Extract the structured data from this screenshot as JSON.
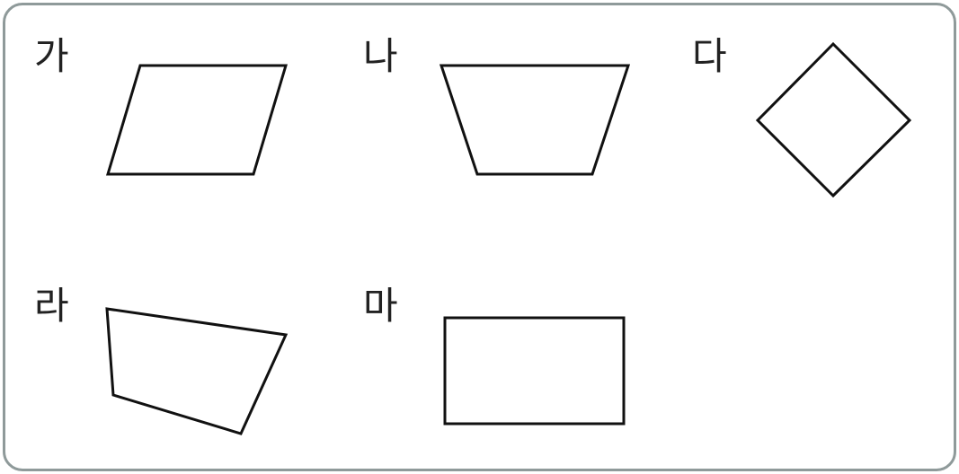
{
  "figures": [
    {
      "label": "가",
      "shape": "parallelogram"
    },
    {
      "label": "나",
      "shape": "trapezoid"
    },
    {
      "label": "다",
      "shape": "square-rotated"
    },
    {
      "label": "라",
      "shape": "irregular-quadrilateral"
    },
    {
      "label": "마",
      "shape": "rectangle"
    }
  ],
  "colors": {
    "frame_border": "#8f9a9a",
    "shape_stroke": "#111111",
    "label_text": "#222222"
  }
}
